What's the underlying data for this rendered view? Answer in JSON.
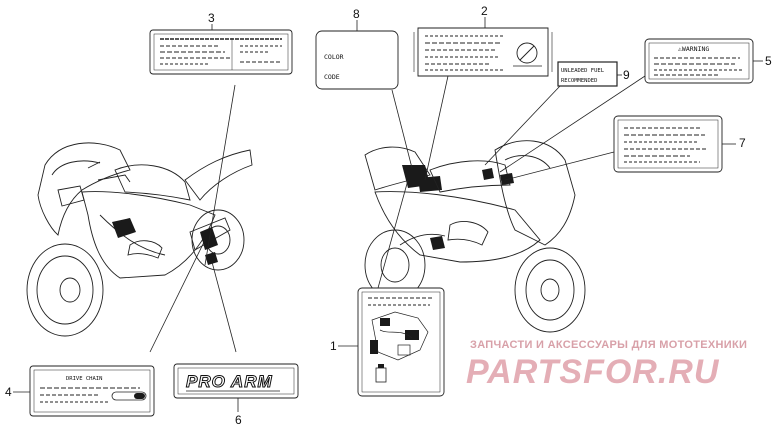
{
  "callouts": {
    "c1": "1",
    "c2": "2",
    "c3": "3",
    "c4": "4",
    "c5": "5",
    "c6": "6",
    "c7": "7",
    "c8": "8",
    "c9": "9"
  },
  "labels": {
    "color_label": {
      "line1": "COLOR",
      "line2": "CODE"
    },
    "warning_label": {
      "title": "⚠WARNING"
    },
    "fuel_label": {
      "line1": "UNLEADED FUEL",
      "line2": "RECOMMENDED"
    },
    "drive_chain_label": {
      "title": "DRIVE CHAIN"
    },
    "pro_arm_label": {
      "text": "PRO ARM"
    }
  },
  "watermark": {
    "line1": "ЗАПЧАСТИ И АКСЕССУАРЫ ДЛЯ МОТОТЕХНИКИ",
    "line2": "PARTSFOR.RU"
  },
  "colors": {
    "ink": "#111111",
    "watermark": "#e4aeb6"
  }
}
